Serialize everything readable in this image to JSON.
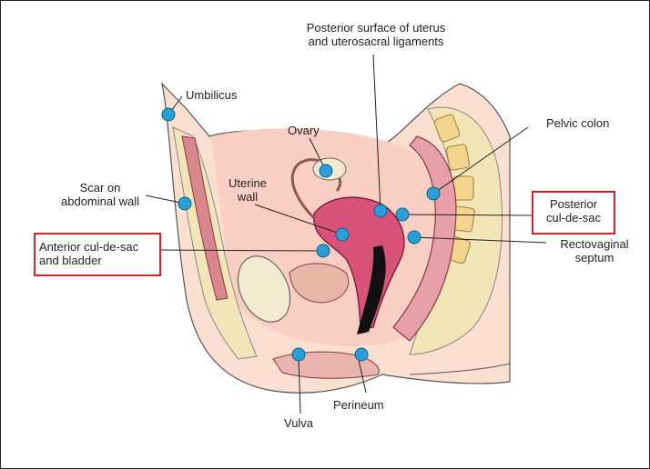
{
  "labels": {
    "umbilicus": "Umbilicus",
    "posterior_surface_1": "Posterior surface of uterus",
    "posterior_surface_2": "and uterosacral ligaments",
    "pelvic_colon": "Pelvic colon",
    "ovary": "Ovary",
    "scar_1": "Scar on",
    "scar_2": "abdominal wall",
    "uterine_1": "Uterine",
    "uterine_2": "wall",
    "posterior_cds_1": "Posterior",
    "posterior_cds_2": "cul-de-sac",
    "anterior_cds_1": "Anterior cul-de-sac",
    "anterior_cds_2": "and bladder",
    "rectovaginal_1": "Rectovaginal",
    "rectovaginal_2": "septum",
    "perineum": "Perineum",
    "vulva": "Vulva"
  },
  "colors": {
    "skin": "#fbe0d2",
    "pelvic_cavity": "#f8cfc2",
    "uterus": "#d9527a",
    "fat": "#f2e6b8",
    "vertebra": "#f4d58c",
    "endometriosis_dot": "#2a9fd6",
    "highlight_box": "#d81f2a"
  }
}
